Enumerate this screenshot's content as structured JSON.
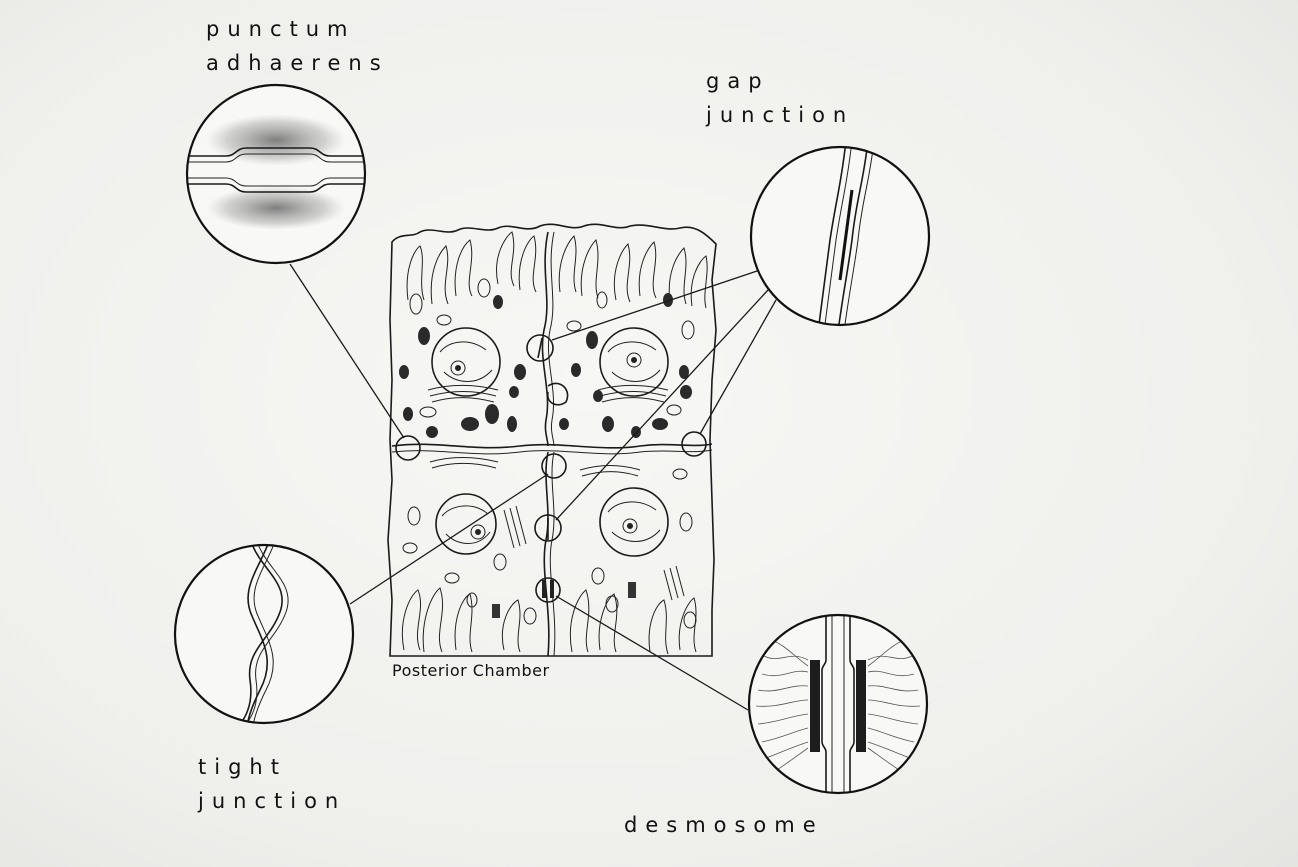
{
  "labels": {
    "punctum_adhaerens_line1": "punctum",
    "punctum_adhaerens_line2": "adhaerens",
    "gap_junction_line1": "gap",
    "gap_junction_line2": "junction",
    "tight_junction_line1": "tight",
    "tight_junction_line2": "junction",
    "desmosome": "desmosome",
    "posterior_chamber": "Posterior Chamber"
  },
  "colors": {
    "ink": "#1a1a1a",
    "paper": "#f3f3f1",
    "organelle_fill": "#2a2a2a"
  }
}
